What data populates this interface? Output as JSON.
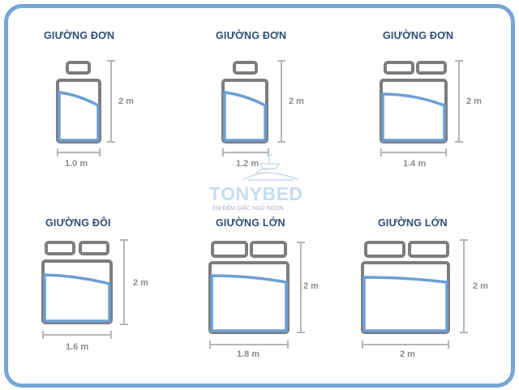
{
  "beds": [
    {
      "title": "GIƯỜNG ĐƠN",
      "width_label": "1.0 m",
      "length_label": "2 m",
      "pillows": 1
    },
    {
      "title": "GIƯỜNG ĐƠN",
      "width_label": "1.2 m",
      "length_label": "2 m",
      "pillows": 1
    },
    {
      "title": "GIƯỜNG ĐƠN",
      "width_label": "1.4 m",
      "length_label": "2 m",
      "pillows": 2
    },
    {
      "title": "GIƯỜNG ĐÔI",
      "width_label": "1.6 m",
      "length_label": "2 m",
      "pillows": 2
    },
    {
      "title": "GIƯỜNG LỚN",
      "width_label": "1.8 m",
      "length_label": "2 m",
      "pillows": 2
    },
    {
      "title": "GIƯỜNG LỚN",
      "width_label": "2 m",
      "length_label": "2 m",
      "pillows": 2
    }
  ],
  "watermark": {
    "brand": "TONYBED",
    "tagline": "ÊM ĐỆM GIẤC NGỦ NGON"
  },
  "colors": {
    "frame": "#75a6d8",
    "bed_outline": "#7d7d7d",
    "blanket": "#6b9fd4",
    "title": "#2d4f74",
    "measure": "#8a8a8a"
  }
}
